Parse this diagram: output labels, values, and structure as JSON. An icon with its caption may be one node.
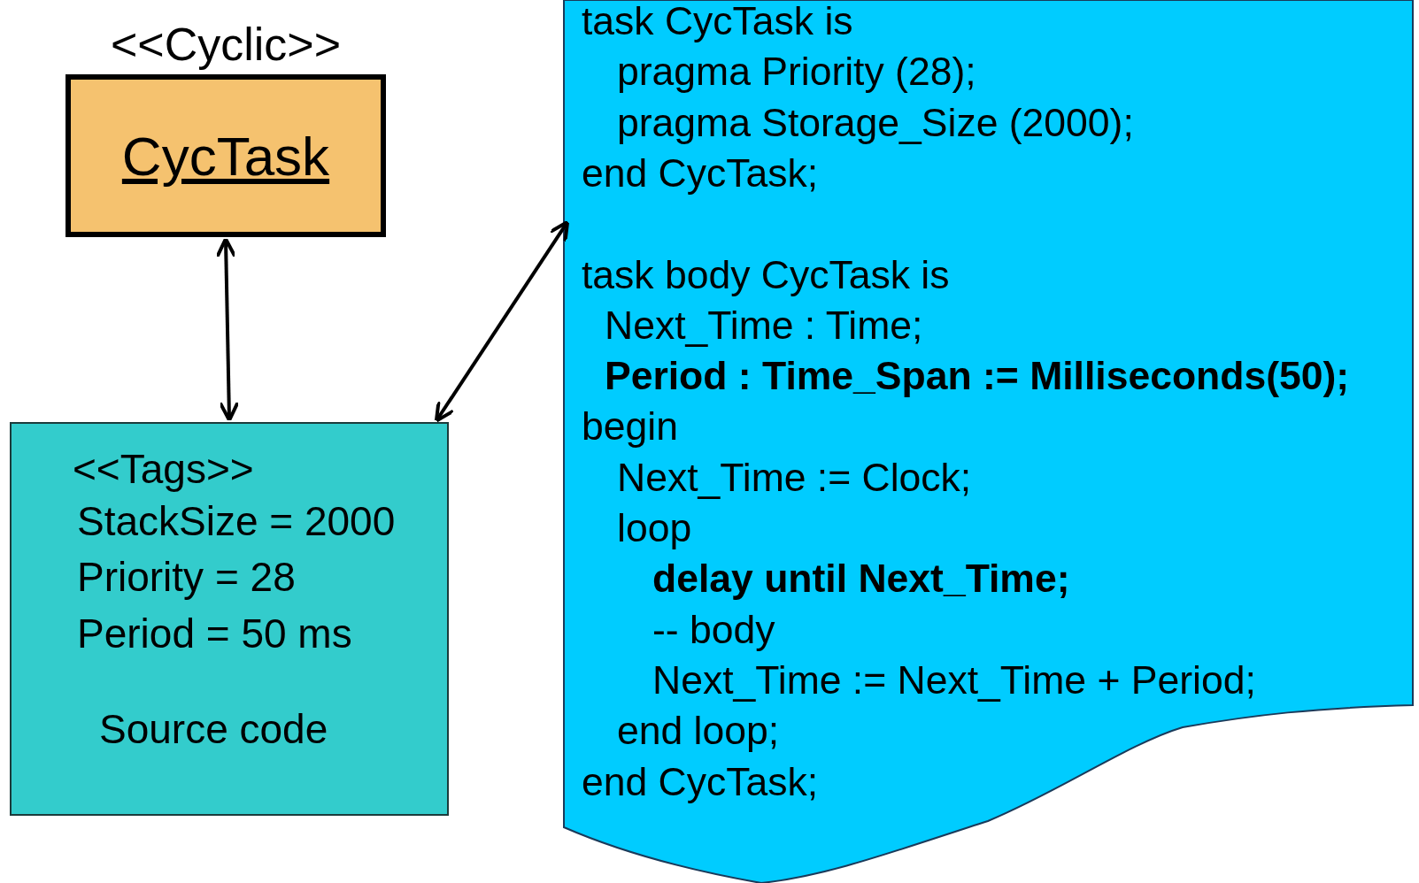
{
  "diagram": {
    "nodes": [
      {
        "text": [
          "<<Cyclic>>",
          "CycTask"
        ]
      },
      {
        "text": [
          "<<Tags>>",
          "StackSize = 2000",
          "Priority = 28",
          "Period = 50 ms",
          "Source code"
        ]
      },
      {
        "text": [
          "task CycTask is",
          "pragma Priority (28);",
          "pragma Storage_Size (2000);",
          "end CycTask;",
          "task body CycTask is",
          "Next_Time : Time;",
          "Period : Time_Span := Milliseconds(50);",
          "begin",
          "Next_Time := Clock;",
          "loop",
          "delay until Next_Time;",
          "--  body",
          "Next_Time := Next_Time + Period;",
          "end loop;",
          "end CycTask;"
        ]
      }
    ],
    "edges": [
      {
        "from": 0,
        "to": 1,
        "arrow": "both"
      },
      {
        "from": 1,
        "to": 2,
        "arrow": "both"
      }
    ]
  }
}
